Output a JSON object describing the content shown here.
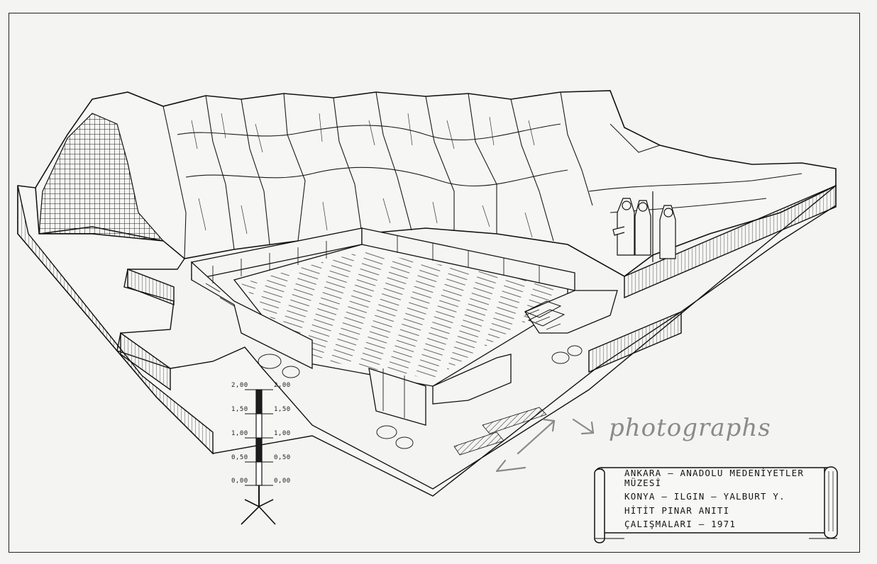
{
  "note": {
    "handwritten": "photographs"
  },
  "scale": {
    "left": [
      "2,00",
      "1,50",
      "1,00",
      "0,50",
      "0,00"
    ],
    "right": [
      "2,00",
      "1,50",
      "1,00",
      "0,50",
      "0,00"
    ]
  },
  "scroll": {
    "lines": [
      "ANKARA – ANADOLU MEDENİYETLER",
      "MÜZESİ",
      "KONYA – ILGIN – YALBURT Y.",
      "HİTİT PINAR ANITI",
      "ÇALIŞMALARI – 1971"
    ]
  }
}
